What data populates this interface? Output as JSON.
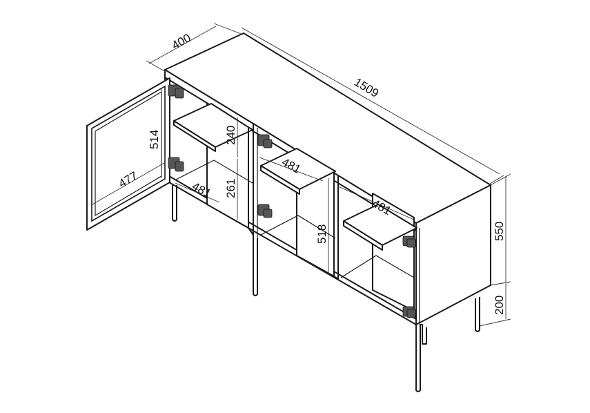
{
  "diagram": {
    "subject": "sideboard dimension drawing",
    "units": "mm",
    "dimensions": {
      "depth": "400",
      "width": "1509",
      "door_height": "514",
      "door_width": "477",
      "upper_compartment_height": "240",
      "lower_compartment_height": "261",
      "shelf_depth_left": "481",
      "shelf_depth_middle": "481",
      "shelf_depth_right": "481",
      "inner_height_right": "518",
      "body_height": "550",
      "leg_height": "200"
    }
  }
}
